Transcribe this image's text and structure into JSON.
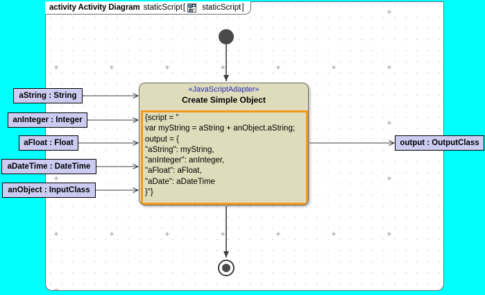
{
  "canvas": {
    "background_color": "#00ffff",
    "frame_background": "#ffffff",
    "grid": "dotted"
  },
  "frame": {
    "keyword": "activity Activity Diagram",
    "name": "staticScript",
    "bracket_open": "[",
    "icon": "activity-diagram-icon",
    "inner_name": "staticScript",
    "bracket_close": "]"
  },
  "nodes": {
    "initial": {
      "name": "initial-node",
      "color": "#4a4a4a"
    },
    "final": {
      "name": "activity-final-node",
      "color": "#4a4a4a"
    },
    "action": {
      "stereotype": "«JavaScriptAdapter»",
      "title": "Create Simple Object",
      "fill_color": "#dedcba",
      "border_color": "#6b6b63",
      "script_border_color": "#f59a1e",
      "script_lines": [
        "{script = \"",
        "var myString = aString + anObject.aString;",
        "output = {",
        "\"aString\": myString,",
        "\"anInteger\": anInteger,",
        "\"aFloat\": aFloat,",
        "\"aDate\": aDateTime",
        "}\"}"
      ]
    }
  },
  "input_pins": [
    {
      "label": "aString : String",
      "name": "pin-astring"
    },
    {
      "label": "anInteger : Integer",
      "name": "pin-aninteger"
    },
    {
      "label": "aFloat : Float",
      "name": "pin-afloat"
    },
    {
      "label": "aDateTime : DateTime",
      "name": "pin-adatetime"
    },
    {
      "label": "anObject : InputClass",
      "name": "pin-anobject"
    }
  ],
  "output_pins": [
    {
      "label": "output : OutputClass",
      "name": "pin-output"
    }
  ],
  "pin_style": {
    "fill_color": "#ccccf2",
    "border_color": "#000000"
  }
}
